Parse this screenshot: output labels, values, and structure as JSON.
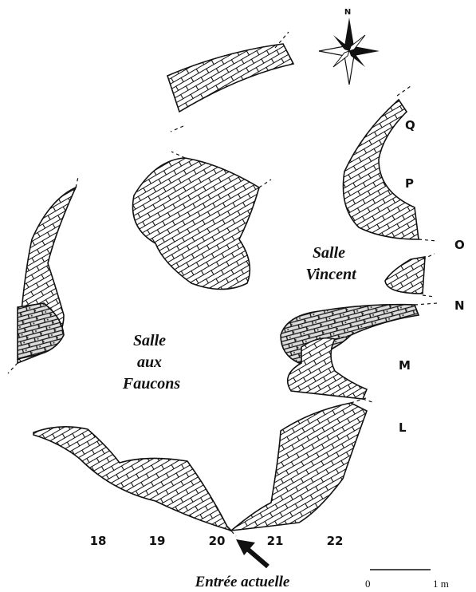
{
  "north": {
    "label": "N"
  },
  "rooms": [
    {
      "name_lines": [
        "Salle",
        "Vincent"
      ]
    },
    {
      "name_lines": [
        "Salle",
        "aux",
        "Faucons"
      ]
    }
  ],
  "grid_letters": [
    "Q",
    "P",
    "O",
    "N",
    "M",
    "L"
  ],
  "grid_numbers": [
    "18",
    "19",
    "20",
    "21",
    "22"
  ],
  "entrance": {
    "label": "Entrée actuelle"
  },
  "scale": {
    "start": "0",
    "end": "1 m"
  },
  "icons": [
    "compass-rose-icon",
    "arrow-icon"
  ]
}
